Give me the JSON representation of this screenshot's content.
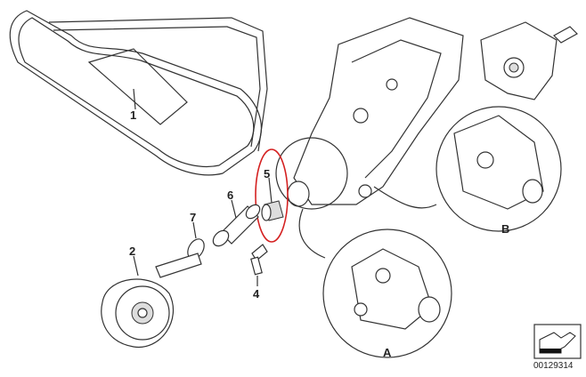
{
  "diagram": {
    "callouts": [
      "1",
      "2",
      "4",
      "5",
      "6",
      "7"
    ],
    "detail_views": [
      "A",
      "B"
    ],
    "drawing_number": "00129314",
    "highlight_color": "#d42020",
    "icons": [
      "drawing-symbol-icon"
    ]
  }
}
